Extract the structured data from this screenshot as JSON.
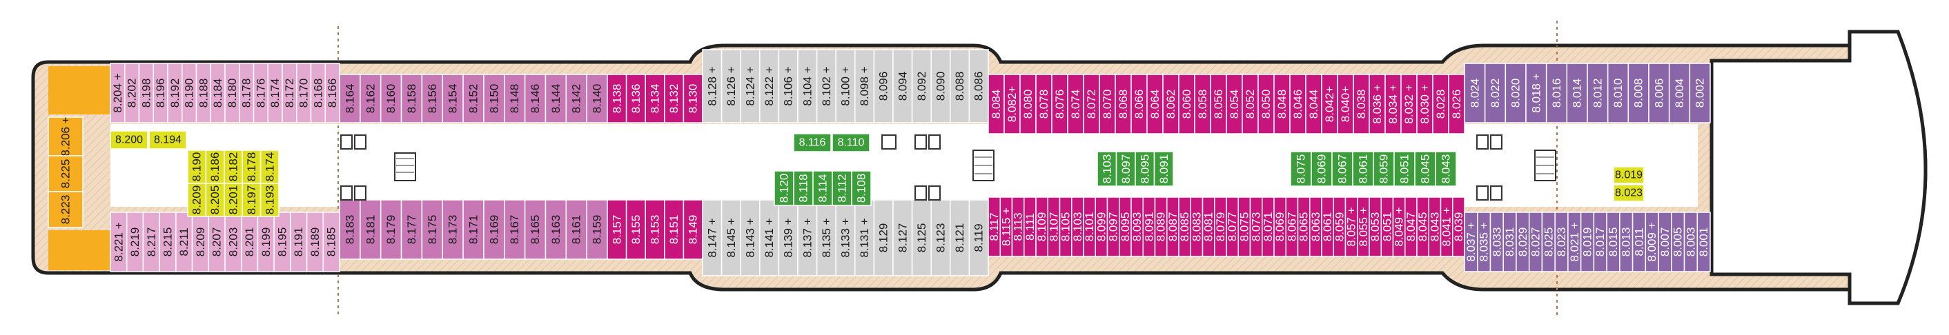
{
  "colors": {
    "deck": "#f1dcc3",
    "hull": "#222222",
    "corridor": "#ffffff",
    "grey": "#d2d2d2",
    "pink": "#e3a9d0",
    "orchid": "#c677b4",
    "magenta": "#c8157d",
    "purple": "#8a66a8",
    "green": "#3c9e3a",
    "yellow": "#dfe01e",
    "orange": "#f6ad20",
    "ink": "#1a1a1a",
    "inkLight": "#ffffff",
    "line": "#8f6a50"
  },
  "cabins": {
    "top": {
      "pink": [
        "8.204 +",
        "8.202",
        "8.198",
        "8.196",
        "8.192",
        "8.190",
        "8.188",
        "8.184",
        "8.180",
        "8.178",
        "8.176",
        "8.174",
        "8.172",
        "8.170",
        "8.168",
        "8.166"
      ],
      "orchid": [
        "8.164",
        "8.162",
        "8.160",
        "8.158",
        "8.156",
        "8.154",
        "8.152",
        "8.150",
        "8.148",
        "8.146",
        "8.144",
        "8.142",
        "8.140"
      ],
      "magentaA": [
        "8.138",
        "8.136",
        "8.134",
        "8.132",
        "8.130"
      ],
      "grey": [
        "8.128 +",
        "8.126 +",
        "8.124 +",
        "8.122 +",
        "8.106 +",
        "8.104 +",
        "8.102 +",
        "8.100 +",
        "8.098 +",
        "8.096",
        "8.094",
        "8.092",
        "8.090",
        "8.088",
        "8.086"
      ],
      "magentaB": [
        "8.084",
        "8.082+",
        "8.080",
        "8.078",
        "8.076",
        "8.074",
        "8.072",
        "8.070",
        "8.068",
        "8.066",
        "8.064",
        "8.062",
        "8.060",
        "8.058",
        "8.056",
        "8.054",
        "8.052",
        "8.050",
        "8.048",
        "8.046",
        "8.044",
        "8.042+",
        "8.040+",
        "8.038",
        "8.036 +",
        "8.034 +",
        "8.032 +",
        "8.030 +",
        "8.028",
        "8.026"
      ],
      "purple": [
        "8.024",
        "8.022",
        "8.020",
        "8.018 +",
        "8.016",
        "8.014",
        "8.012",
        "8.010",
        "8.008",
        "8.006",
        "8.004",
        "8.002"
      ]
    },
    "bottom": {
      "pink": [
        "8.221 +",
        "8.219",
        "8.217",
        "8.215",
        "8.211",
        "8.209",
        "8.207",
        "8.203",
        "8.201",
        "8.199",
        "8.195",
        "8.191",
        "8.189",
        "8.185"
      ],
      "orchid": [
        "8.183",
        "8.181",
        "8.179",
        "8.177",
        "8.175",
        "8.173",
        "8.171",
        "8.169",
        "8.167",
        "8.165",
        "8.163",
        "8.161",
        "8.159"
      ],
      "magentaA": [
        "8.157",
        "8.155",
        "8.153",
        "8.151",
        "8.149"
      ],
      "grey": [
        "8.147 +",
        "8.145 +",
        "8.143 +",
        "8.141 +",
        "8.139 +",
        "8.137 +",
        "8.135 +",
        "8.133 +",
        "8.131 +",
        "8.129",
        "8.127",
        "8.125",
        "8.123",
        "8.121",
        "8.119"
      ],
      "magentaB": [
        "8.117",
        "8.115 +",
        "8.113",
        "8.111",
        "8.109",
        "8.107",
        "8.105",
        "8.103",
        "8.101",
        "8.099",
        "8.097",
        "8.095",
        "8.093",
        "8.091",
        "8.089",
        "8.087",
        "8.085",
        "8.083",
        "8.081",
        "8.079",
        "8.077",
        "8.075",
        "8.073",
        "8.071",
        "8.069",
        "8.067",
        "8.065",
        "8.063",
        "8.061",
        "8.059",
        "8.057 +",
        "8.055 +",
        "8.053",
        "8.051",
        "8.049 +",
        "8.047",
        "8.045",
        "8.043",
        "8.041 +",
        "8.039"
      ],
      "purple": [
        "8.037 +",
        "8.035 +",
        "8.033",
        "8.031",
        "8.029",
        "8.027",
        "8.025",
        "8.023",
        "8.021 +",
        "8.019",
        "8.017",
        "8.015",
        "8.013",
        "8.011",
        "8.009 +",
        "8.007",
        "8.005",
        "8.003",
        "8.001"
      ]
    },
    "inner": {
      "yellowTop": [
        "8.200",
        "8.194"
      ],
      "yellowVertical": [
        "8.190",
        "8.186",
        "8.182",
        "8.178",
        "8.174"
      ],
      "yellowVertical2": [
        "8.209",
        "8.205",
        "8.201",
        "8.197",
        "8.193"
      ],
      "greenTop": [
        "8.116",
        "8.110"
      ],
      "greenVertical": [
        "8.120",
        "8.118",
        "8.114",
        "8.112",
        "8.108"
      ],
      "greenMid": [
        "8.103",
        "8.097",
        "8.095",
        "8.091"
      ],
      "greenRight": [
        "8.075",
        "8.069",
        "8.067",
        "8.061",
        "8.059",
        "8.051",
        "8.045",
        "8.043"
      ],
      "yellowSmall": [
        "8.019",
        "8.023"
      ],
      "bowSuites": [
        "8.206 +",
        "8.225",
        "8.223"
      ]
    }
  }
}
